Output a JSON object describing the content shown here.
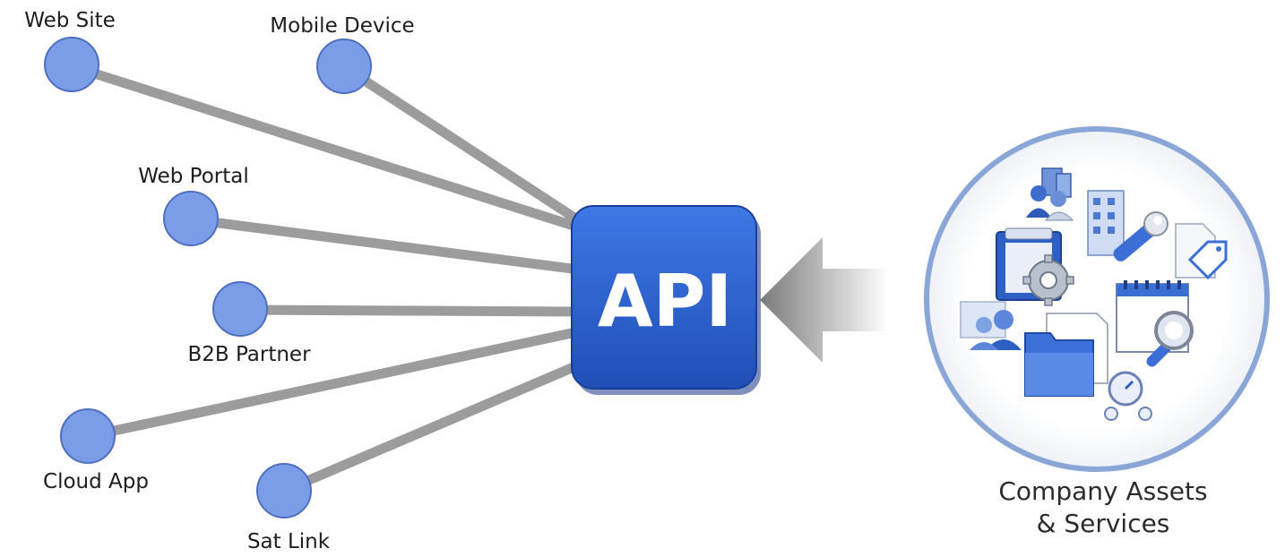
{
  "api_label": "API",
  "caption": {
    "line1": "Company Assets",
    "line2": "& Services"
  },
  "clients": [
    {
      "label": "Web Site"
    },
    {
      "label": "Mobile Device"
    },
    {
      "label": "Web Portal"
    },
    {
      "label": "B2B Partner"
    },
    {
      "label": "Cloud App"
    },
    {
      "label": "Sat Link"
    }
  ],
  "colors": {
    "node_fill": "#7b9de8",
    "node_stroke": "#4e6fc0",
    "connector": "#9c9c9c",
    "api_fill": "#2b5fcf",
    "api_fill_dark": "#1f47a8",
    "ring": "#8aa6d6",
    "arrow": "#8e8e8e"
  },
  "icons": [
    "users-icon",
    "building-icon",
    "wrench-icon",
    "clipboard-gear-icon",
    "tag-icon",
    "calendar-search-icon",
    "people-icon",
    "folder-icon",
    "gauge-icon"
  ]
}
